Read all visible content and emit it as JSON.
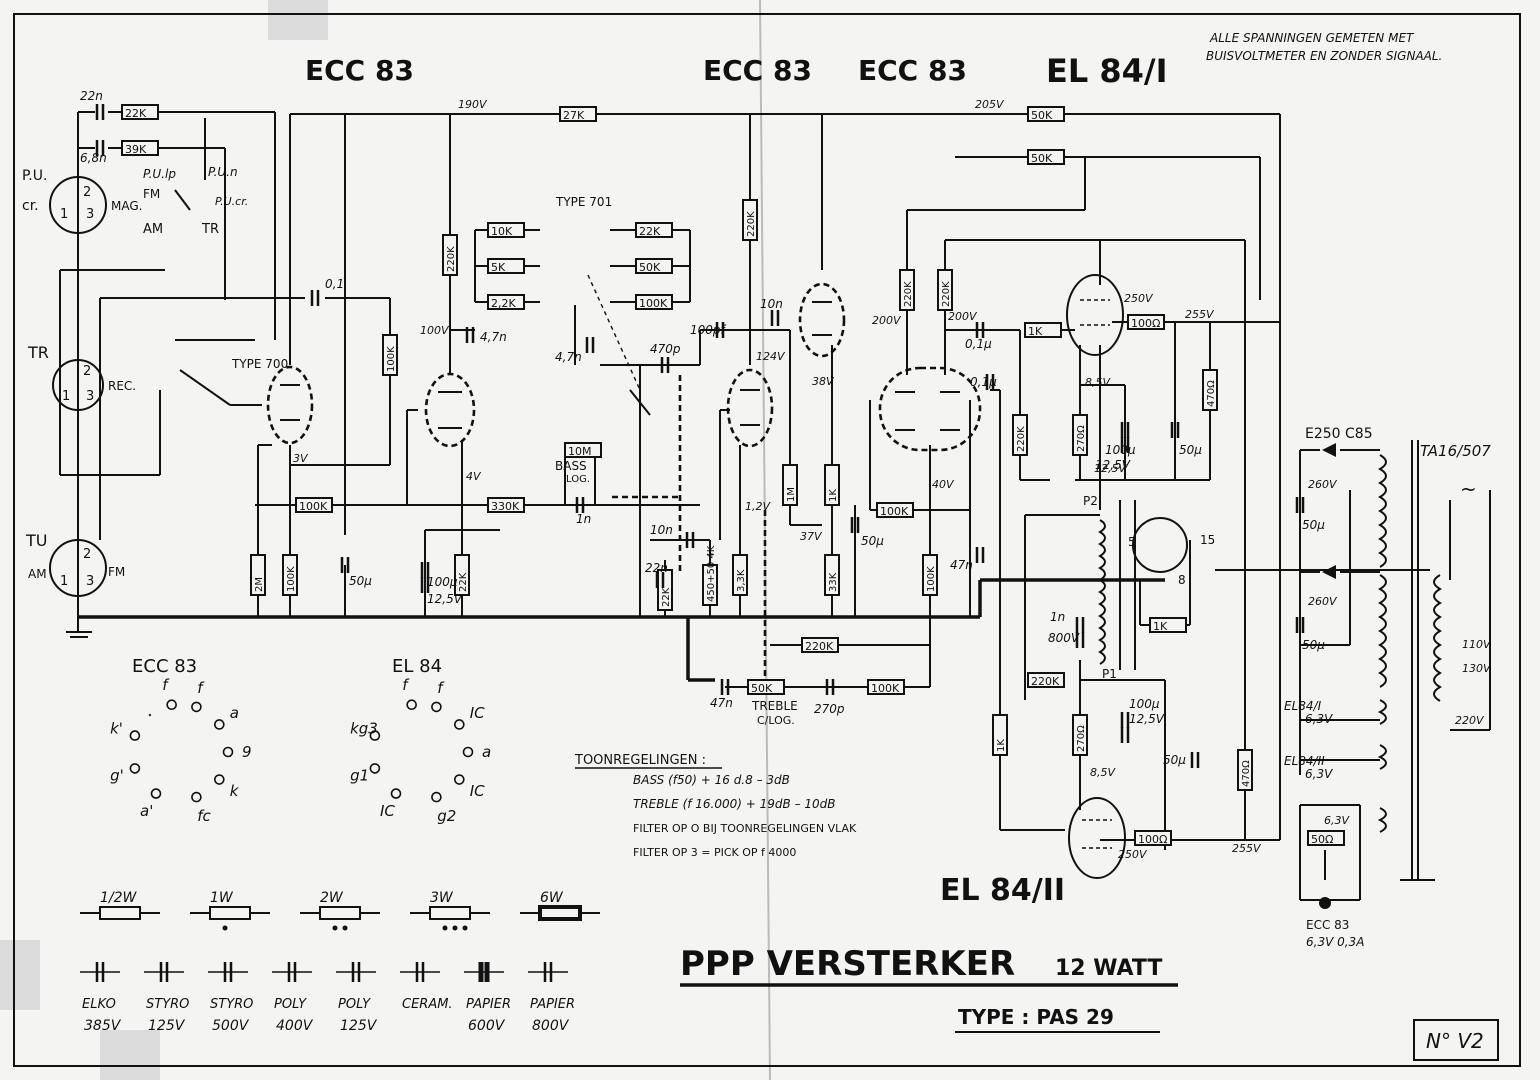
{
  "note": [
    "ALLE SPANNINGEN GEMETEN MET",
    "BUISVOLTMETER EN ZONDER SIGNAAL."
  ],
  "tubes": {
    "t1": "ECC 83",
    "t2": "ECC 83",
    "t3": "ECC 83",
    "t4": "EL 84/I",
    "t5": "EL 84/II"
  },
  "inputs": {
    "pu": "P.U.",
    "cr": "cr.",
    "mag": "MAG.",
    "tr": "TR",
    "rec": "REC.",
    "tu": "TU",
    "am": "AM",
    "fm": "FM"
  },
  "switch_labels": {
    "pulp": "P.U.lp",
    "pun": "P.U.n",
    "fm": "FM",
    "pucr": "P.U.cr.",
    "am": "AM",
    "tr": "TR",
    "type700": "TYPE 700",
    "type701": "TYPE 701"
  },
  "resistors": {
    "r22k_in": "22K",
    "r39k": "39K",
    "r27k": "27K",
    "r50k_a": "50K",
    "r50k_b": "50K",
    "r10k": "10K",
    "r5k": "5K",
    "r22k_s": "2,2K",
    "r22k_r": "22K",
    "r50k_r": "50K",
    "r100k_r": "100K",
    "r220k_1": "220K",
    "r220k_2": "220K",
    "r220k_3": "220K",
    "r220k_4": "220K",
    "r100k_v": "100K",
    "r100k_h": "100K",
    "r330k": "330K",
    "r10m": "10M",
    "r2m": "2M",
    "r100k_c": "100K",
    "r22k_c": "22K",
    "r22k_low": "22K",
    "pot": "450+50 4K",
    "r33k_a": "3,3K",
    "r1m": "1M",
    "r1k_a": "1K",
    "r33k_b": "33K",
    "r100k_d": "100K",
    "r100k_e": "100K",
    "r1k_b": "1K",
    "r100ohm_a": "100Ω",
    "r470_a": "470Ω",
    "r220k_5": "220K",
    "r270_a": "270Ω",
    "r220k_6": "220K",
    "r220k_fb": "220K",
    "r1k_c": "1K",
    "r1k_d": "1K",
    "r270_b": "270Ω",
    "r470_b": "470Ω",
    "r100ohm_b": "100Ω",
    "r50ohm": "50Ω",
    "r50k_t": "50K",
    "r100k_t": "100K"
  },
  "capacitors": {
    "c22n": "22n",
    "c68n": "6,8n",
    "c01a": "0,1",
    "c47n_a": "4,7n",
    "c47n_b": "4,7n",
    "c470p": "470p",
    "c10n_a": "10n",
    "c100p": "100pf",
    "c1n": "1n",
    "c10n_b": "10n",
    "c22n_b": "22n",
    "c01b": "0,1μ",
    "c01c": "0,1μ",
    "c50u_a": "50μ",
    "c100u_a": "100μ",
    "c125v_a": "12,5V",
    "c50u_b": "50μ",
    "c100u_b": "100μ",
    "c125v_b": "12,5V",
    "c50u_c": "50μ",
    "c47n_c": "47n",
    "c1n_b": "1n",
    "c800v": "800V",
    "c100u_c": "100μ",
    "c125v_c": "12,5V",
    "c50u_d": "50μ",
    "c50u_e": "50μ",
    "c50u_f": "50μ",
    "c47n_d": "47n",
    "c270p": "270p"
  },
  "voltages": {
    "v190": "190V",
    "v205": "205V",
    "v100": "100V",
    "v3": "3V",
    "v4": "4V",
    "v124": "124V",
    "v12": "1,2V",
    "v38": "38V",
    "v37": "37V",
    "v200a": "200V",
    "v200b": "200V",
    "v40": "40V",
    "v250": "250V",
    "v255a": "255V",
    "v85a": "8,5V",
    "v125": "12,5V",
    "v260a": "260V",
    "v260b": "260V",
    "v85b": "8,5V",
    "v250b": "250V",
    "v255b": "255V",
    "v63": "6,3V",
    "v110": "110V",
    "v130": "130V",
    "v220": "220V"
  },
  "controls": {
    "bass": "BASS",
    "bass_log": "LOG.",
    "treble": "TREBLE",
    "treble_log": "C/LOG."
  },
  "power": {
    "rect": "E250 C85",
    "trafo": "TA16/507",
    "el84i": "EL84/I",
    "el84i_v": "6,3V",
    "el84ii": "EL84/II",
    "el84ii_v": "6,3V",
    "ecc83": "ECC 83",
    "ecc83_v": "6,3V 0,3A"
  },
  "out_trafo": {
    "p1": "P1",
    "p2": "P2",
    "pin5": "5",
    "pin8": "8",
    "pin15": "15"
  },
  "pinouts": {
    "ecc83": {
      "title": "ECC 83",
      "pins": [
        "f",
        "f",
        "a",
        "9",
        "k",
        "fc",
        "a'",
        "g'",
        "k'"
      ]
    },
    "el84": {
      "title": "EL 84",
      "pins": [
        "f",
        "f",
        "IC",
        "a",
        "IC",
        "g2",
        "IC",
        "g1",
        "kg3"
      ]
    }
  },
  "tone": {
    "title": "TOONREGELINGEN :",
    "lines": [
      "BASS (f50) + 16 d.8 – 3dB",
      "TREBLE (f 16.000) + 19dB – 10dB",
      "FILTER OP O BIJ TOONREGELINGEN VLAK",
      "FILTER OP 3 = PICK OP f 4000"
    ]
  },
  "legend_resistors": [
    "1/2W",
    "1W",
    "2W",
    "3W",
    "6W"
  ],
  "legend_caps": [
    {
      "name": "ELKO",
      "volt": "385V"
    },
    {
      "name": "STYRO",
      "volt": "125V"
    },
    {
      "name": "STYRO",
      "volt": "500V"
    },
    {
      "name": "POLY",
      "volt": "400V"
    },
    {
      "name": "POLY",
      "volt": "125V"
    },
    {
      "name": "CERAM.",
      "volt": ""
    },
    {
      "name": "PAPIER",
      "volt": "600V"
    },
    {
      "name": "PAPIER",
      "volt": "800V"
    }
  ],
  "title_block": {
    "title": "PPP VERSTERKER",
    "watt": "12 WATT",
    "type": "TYPE : PAS 29",
    "number": "N° V2"
  }
}
